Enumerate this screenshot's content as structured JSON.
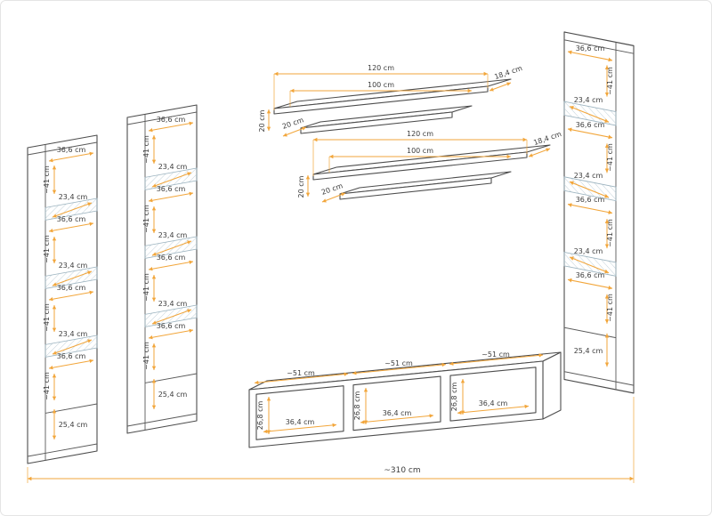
{
  "diagram": {
    "overall": {
      "total_width": "~310 cm"
    },
    "colors": {
      "dimension": "#F2A63B",
      "outline": "#4d4d4d",
      "glass_hatch": "#9db4c0"
    },
    "cabinets": {
      "left": {
        "labels": [
          "36,6 cm",
          "~41 cm",
          "23,4 cm",
          "36,6 cm",
          "~41 cm",
          "23,4 cm",
          "36,6 cm",
          "~41 cm",
          "23,4 cm",
          "36,6 cm",
          "~41 cm",
          "25,4 cm"
        ]
      },
      "middle": {
        "labels": [
          "36,6 cm",
          "~41 cm",
          "23,4 cm",
          "36,6 cm",
          "~41 cm",
          "23,4 cm",
          "36,6 cm",
          "~41 cm",
          "23,4 cm",
          "36,6 cm",
          "~41 cm",
          "25,4 cm"
        ]
      },
      "right": {
        "labels": [
          "36,6 cm",
          "~41 cm",
          "23,4 cm",
          "36,6 cm",
          "~41 cm",
          "23,4 cm",
          "36,6 cm",
          "~41 cm",
          "23,4 cm",
          "36,6 cm",
          "~41 cm",
          "25,4 cm"
        ]
      }
    },
    "shelves": {
      "top": {
        "length_outer": "120 cm",
        "length_inner": "100 cm",
        "depth": "18,4 cm",
        "height_left": "20 cm",
        "thickness": "20 cm"
      },
      "bottom": {
        "length_outer": "120 cm",
        "length_inner": "100 cm",
        "depth": "18,4 cm",
        "height_left": "20 cm",
        "thickness": "20 cm"
      }
    },
    "tv_stand": {
      "compartments": [
        {
          "width_outer": "~51 cm",
          "width_inner": "36,4 cm",
          "height": "26,8 cm"
        },
        {
          "width_outer": "~51 cm",
          "width_inner": "36,4 cm",
          "height": "26,8 cm"
        },
        {
          "width_outer": "~51 cm",
          "width_inner": "36,4 cm",
          "height": "26,8 cm"
        }
      ]
    }
  }
}
